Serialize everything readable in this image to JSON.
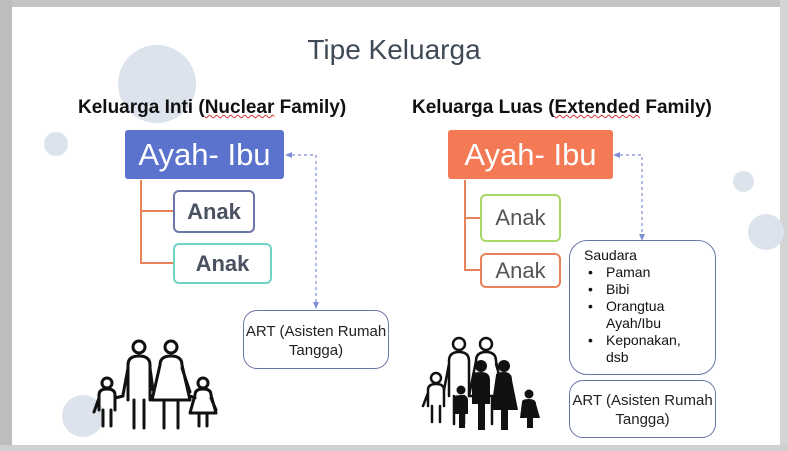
{
  "title": "Tipe Keluarga",
  "colors": {
    "nuclear_parent": "#5b73cc",
    "extended_parent": "#f47a55",
    "teal": "#6fd3c6",
    "green": "#a6d96a",
    "orange": "#e8825a",
    "outline_blue": "#6b76a8"
  },
  "nuclear": {
    "heading_prefix": "Keluarga Inti (",
    "heading_underlined": "Nuclear",
    "heading_suffix": " Family)",
    "parent": "Ayah- Ibu",
    "children": [
      "Anak",
      "Anak"
    ],
    "helper": "ART (Asisten Rumah Tangga)"
  },
  "extended": {
    "heading_prefix": "Keluarga Luas (",
    "heading_underlined": "Extended",
    "heading_suffix": " Family)",
    "parent": "Ayah- Ibu",
    "children": [
      "Anak",
      "Anak"
    ],
    "relatives_title": "Saudara",
    "relatives": [
      "Paman",
      "Bibi",
      "Orangtua Ayah/Ibu",
      "Keponakan, dsb"
    ],
    "helper": "ART (Asisten Rumah Tangga)"
  },
  "icons": [
    "nuclear-family-icon",
    "extended-family-icon"
  ]
}
